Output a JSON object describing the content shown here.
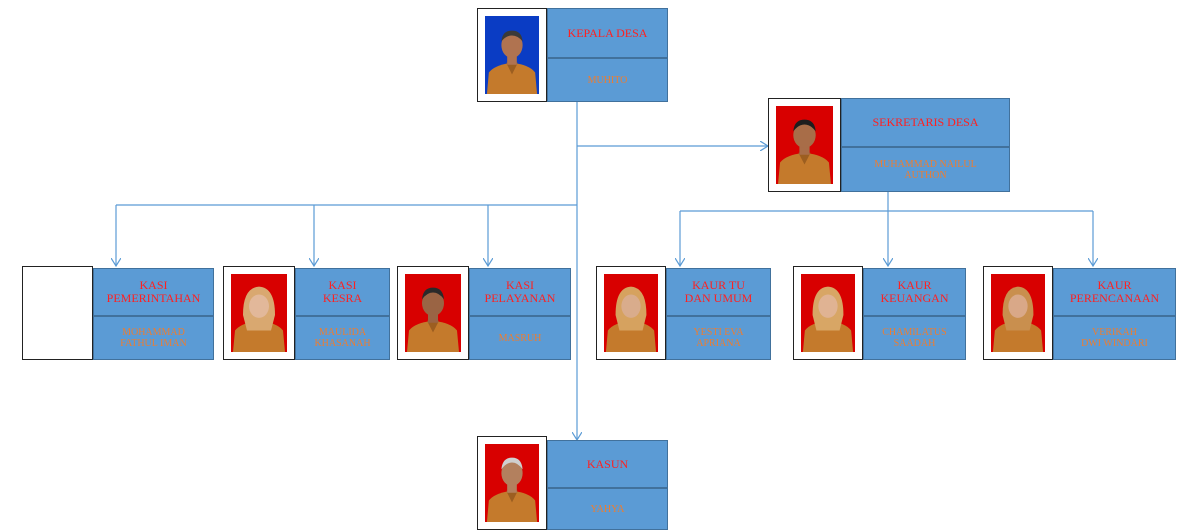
{
  "colors": {
    "box": "#5b9bd5",
    "box_border": "#41719c",
    "title_text": "#ff2020",
    "name_text": "#ed7d31",
    "connector": "#5b9bd5",
    "photo_bg_blue": "#0a3cc4",
    "photo_bg_red": "#d80000",
    "uniform": "#c47a2c"
  },
  "positions": [
    {
      "id": "kepala",
      "title": "KEPALA DESA",
      "name": "MUHITO",
      "photo": "blue-bg-man-portrait"
    },
    {
      "id": "sekretaris",
      "title": "SEKRETARIS DESA",
      "name": "MUHAMMAD NAILUL\nAUTHON",
      "photo": "red-bg-man-portrait"
    },
    {
      "id": "kasi_pem",
      "title": "KASI\nPEMERINTAHAN",
      "name": "MOHAMMAD\nFATHUL IMAN",
      "photo": "empty-photo"
    },
    {
      "id": "kasi_kesra",
      "title": "KASI\nKESRA",
      "name": "MAULIDA\nKHASANAH",
      "photo": "red-bg-woman-portrait"
    },
    {
      "id": "kasi_pel",
      "title": "KASI\nPELAYANAN",
      "name": "MASRUH",
      "photo": "red-bg-man-portrait"
    },
    {
      "id": "kaur_tu",
      "title": "KAUR TU\nDAN UMUM",
      "name": "YESTI EVA\nAPRIANA",
      "photo": "red-bg-woman-portrait"
    },
    {
      "id": "kaur_keu",
      "title": "KAUR\nKEUANGAN",
      "name": "CHAMILATUS\nSAADAH",
      "photo": "red-bg-woman-portrait"
    },
    {
      "id": "kaur_ren",
      "title": "KAUR\nPERENCANAAN",
      "name": "VERIKAH\nDWI WINDARI",
      "photo": "red-bg-woman-portrait"
    },
    {
      "id": "kasun",
      "title": "KASUN",
      "name": "YAHYA",
      "photo": "red-bg-older-man-portrait"
    }
  ]
}
